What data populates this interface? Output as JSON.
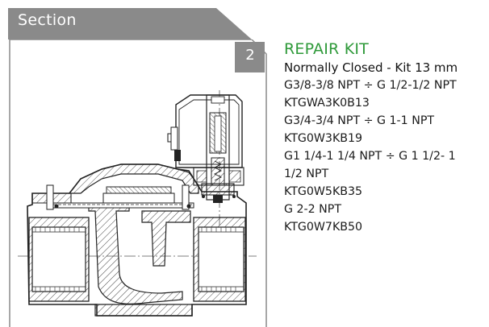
{
  "section": {
    "label": "Section",
    "number": "2"
  },
  "kit": {
    "title": "REPAIR KIT",
    "subtitle": "Normally Closed - Kit 13 mm",
    "lines": [
      "G3/8-3/8 NPT ÷ G 1/2-1/2 NPT",
      "KTGWA3K0B13",
      "G3/4-3/4 NPT ÷ G 1-1 NPT",
      "KTG0W3KB19",
      "G1 1/4-1 1/4 NPT ÷ G 1 1/2- 1",
      "1/2 NPT",
      "KTG0W5KB35",
      "G 2-2 NPT",
      "KTG0W7KB50"
    ]
  },
  "colors": {
    "tab_gray": "#8a8a8a",
    "frame_gray": "#8a8a8a",
    "title_green": "#2f9a3a"
  }
}
